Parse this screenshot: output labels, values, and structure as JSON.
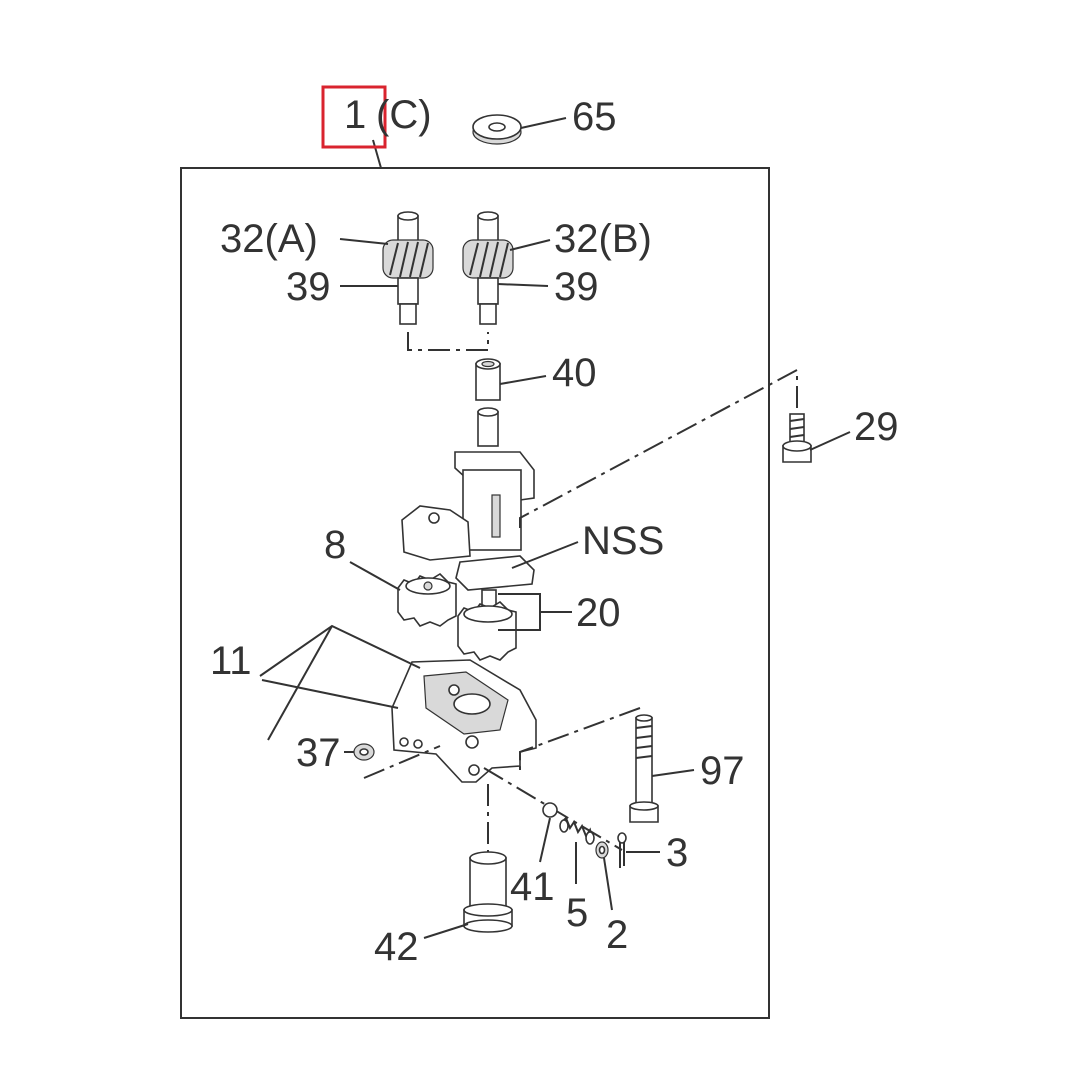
{
  "diagram": {
    "callouts": {
      "c1": "1",
      "c1_suffix": "(C)",
      "c65": "65",
      "c32a": "32(A)",
      "c32b": "32(B)",
      "c39a": "39",
      "c39b": "39",
      "c40": "40",
      "c29": "29",
      "c8": "8",
      "cNSS": "NSS",
      "c20": "20",
      "c11": "11",
      "c37": "37",
      "c97": "97",
      "c3": "3",
      "c41": "41",
      "c5": "5",
      "c2": "2",
      "c42": "42"
    },
    "highlight_color": "#d9232e",
    "line_color": "#333333",
    "icons": [
      "washer",
      "helical-gear",
      "sleeve",
      "bolt",
      "pump-body",
      "spur-gear",
      "ball",
      "spring",
      "cotter-pin",
      "strainer-pipe"
    ]
  }
}
